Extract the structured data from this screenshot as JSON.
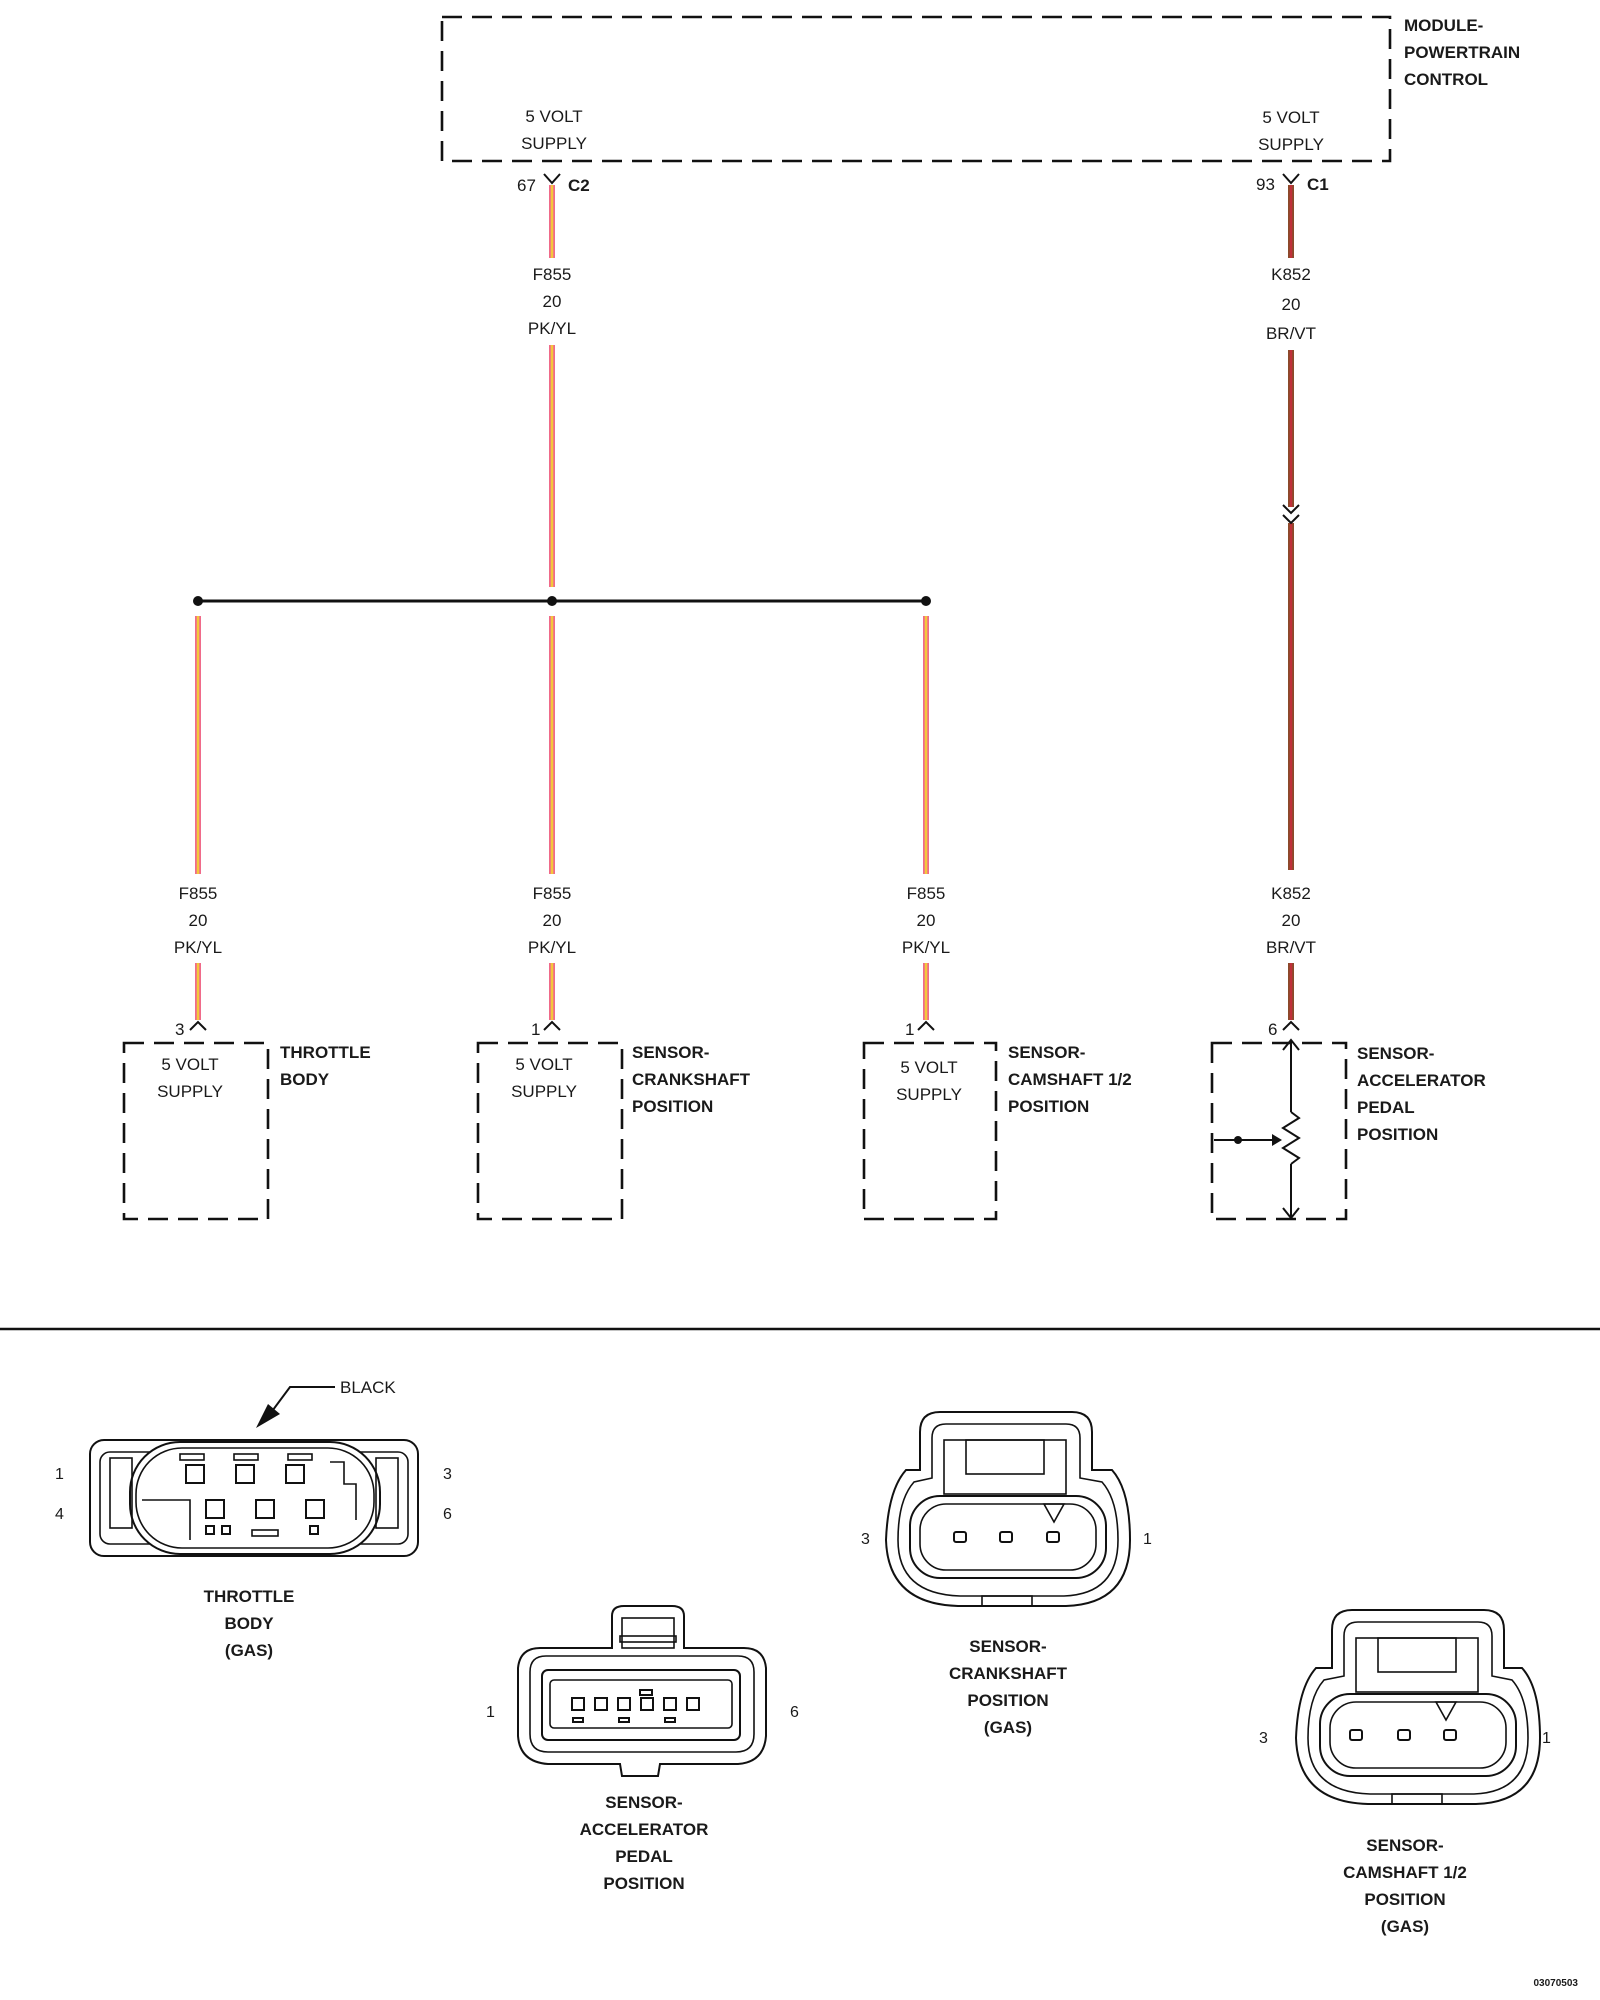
{
  "colors": {
    "pk_yl_outer": "#f06a8a",
    "pk_yl_inner": "#f3c83c",
    "br_vt_outer": "#8a4a2a",
    "br_vt_inner": "#c0303a",
    "ink": "#111111"
  },
  "module": {
    "name_lines": [
      "MODULE-",
      "POWERTRAIN",
      "CONTROL"
    ],
    "left_supply_lines": [
      "5 VOLT",
      "SUPPLY"
    ],
    "right_supply_lines": [
      "5 VOLT",
      "SUPPLY"
    ],
    "left_pin": "67",
    "left_connector": "C2",
    "right_pin": "93",
    "right_connector": "C1"
  },
  "wires": {
    "f855": {
      "circuit": "F855",
      "gauge": "20",
      "color": "PK/YL"
    },
    "k852": {
      "circuit": "K852",
      "gauge": "20",
      "color": "BR/VT"
    }
  },
  "components": [
    {
      "name_lines": [
        "THROTTLE",
        "BODY"
      ],
      "pin": "3",
      "supply_lines": [
        "5 VOLT",
        "SUPPLY"
      ]
    },
    {
      "name_lines": [
        "SENSOR-",
        "CRANKSHAFT",
        "POSITION"
      ],
      "pin": "1",
      "supply_lines": [
        "5 VOLT",
        "SUPPLY"
      ]
    },
    {
      "name_lines": [
        "SENSOR-",
        "CAMSHAFT 1/2",
        "POSITION"
      ],
      "pin": "1",
      "supply_lines": [
        "5 VOLT",
        "SUPPLY"
      ]
    },
    {
      "name_lines": [
        "SENSOR-",
        "ACCELERATOR",
        "PEDAL",
        "POSITION"
      ],
      "pin": "6"
    }
  ],
  "connector_views": {
    "throttle_body": {
      "color_label": "BLACK",
      "pins": [
        "1",
        "4",
        "3",
        "6"
      ],
      "caption_lines": [
        "THROTTLE",
        "BODY",
        "(GAS)"
      ]
    },
    "accelerator_pedal": {
      "pins": [
        "1",
        "6"
      ],
      "caption_lines": [
        "SENSOR-",
        "ACCELERATOR",
        "PEDAL",
        "POSITION"
      ]
    },
    "crankshaft": {
      "pins": [
        "3",
        "1"
      ],
      "caption_lines": [
        "SENSOR-",
        "CRANKSHAFT",
        "POSITION",
        "(GAS)"
      ]
    },
    "camshaft": {
      "pins": [
        "3",
        "1"
      ],
      "caption_lines": [
        "SENSOR-",
        "CAMSHAFT 1/2",
        "POSITION",
        "(GAS)"
      ]
    }
  },
  "figure_id": "03070503"
}
